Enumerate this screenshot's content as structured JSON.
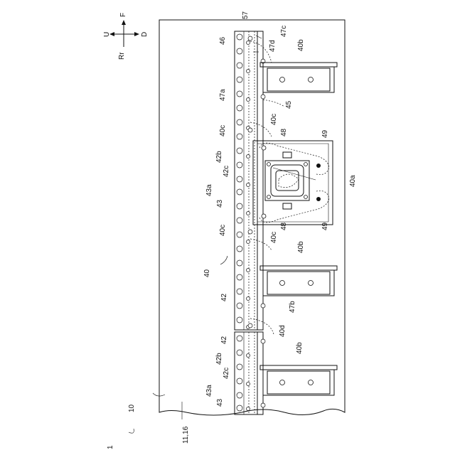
{
  "figure": {
    "direction_labels": {
      "front": "F",
      "up": "U",
      "down": "D",
      "rear": "Rr"
    },
    "labels": {
      "l1": "1",
      "l10": "10",
      "l11_16": "11,16",
      "l40": "40",
      "l40a": "40a",
      "l40b_1": "40b",
      "l40b_2": "40b",
      "l40b_3": "40b",
      "l40c_1": "40c",
      "l40c_2": "40c",
      "l40c_3": "40c",
      "l40c_4": "40c",
      "l40d": "40d",
      "l42_1": "42",
      "l42_2": "42",
      "l42b_1": "42b",
      "l42b_2": "42b",
      "l42c_1": "42c",
      "l42c_2": "42c",
      "l43_1": "43",
      "l43_2": "43",
      "l43a_1": "43a",
      "l43a_2": "43a",
      "l45": "45",
      "l46": "46",
      "l47a": "47a",
      "l47b": "47b",
      "l47c": "47c",
      "l47d": "47d",
      "l48_1": "48",
      "l48_2": "48",
      "l49_1": "49",
      "l49_2": "49",
      "l57": "57"
    }
  }
}
